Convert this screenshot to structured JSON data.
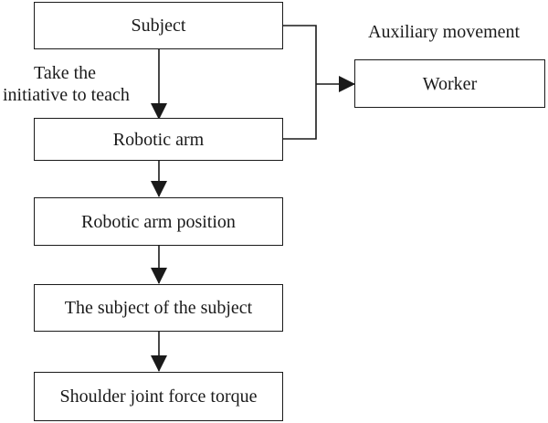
{
  "nodes": {
    "subject": "Subject",
    "robotic_arm": "Robotic arm",
    "robotic_arm_position": "Robotic arm position",
    "subject_of_subject": "The subject of the subject",
    "shoulder_joint": "Shoulder joint force torque",
    "worker": "Worker"
  },
  "labels": {
    "teach_line1": "Take the",
    "teach_line2": "initiative to teach",
    "auxiliary": "Auxiliary movement"
  },
  "colors": {
    "stroke": "#1a1a1a",
    "background": "#ffffff"
  }
}
